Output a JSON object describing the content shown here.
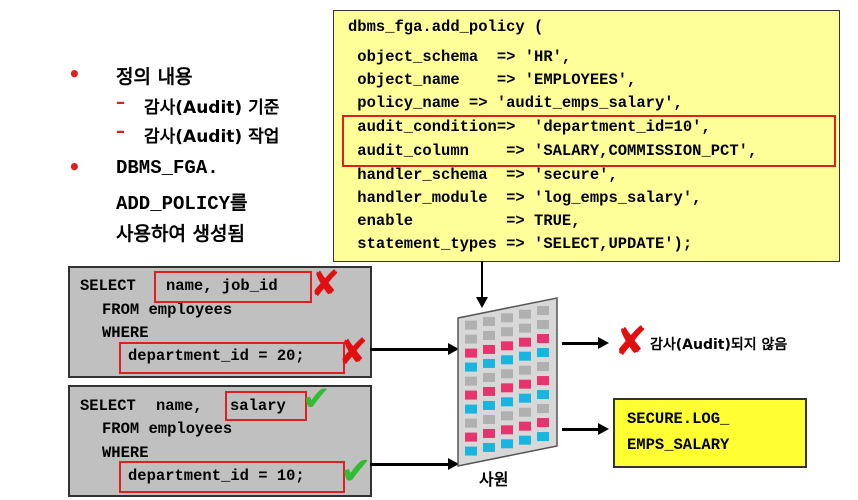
{
  "policy": {
    "lines": [
      "dbms_fga.add_policy (",
      " object_schema  => 'HR',",
      " object_name    => 'EMPLOYEES',",
      " policy_name => 'audit_emps_salary',",
      " audit_condition=>  'department_id=10',",
      " audit_column    => 'SALARY,COMMISSION_PCT',",
      " handler_schema  => 'secure',",
      " handler_module  => 'log_emps_salary',",
      " enable          => TRUE,",
      " statement_types => 'SELECT,UPDATE');"
    ]
  },
  "bullets": {
    "b1": "정의 내용",
    "sub1": "감사(Audit) 기준",
    "sub2": "감사(Audit) 작업",
    "b2_line1": "DBMS_FGA.",
    "b2_line2_mono": "ADD_POLICY",
    "b2_line2_ko": "를",
    "b2_line3": "사용하여 생성됨"
  },
  "query1": {
    "select_kw": "SELECT",
    "select_cols": "name, job_id",
    "from_line": "FROM employees",
    "where_kw": "WHERE",
    "condition": "department_id = 20;"
  },
  "query2": {
    "select_kw": "SELECT",
    "select_cols_plain": "name,",
    "select_cols_boxed": "salary",
    "from_line": "FROM employees",
    "where_kw": "WHERE",
    "condition": "department_id = 10;"
  },
  "marks": {
    "cross": "✘",
    "check": "✔"
  },
  "labels": {
    "no_audit": "감사(Audit)되지 않음",
    "table": "사원"
  },
  "result": {
    "line1": "SECURE.LOG_",
    "line2": "EMPS_SALARY"
  },
  "colors": {
    "policy_bg": "#ffff99",
    "result_bg": "#ffff33",
    "highlight_border": "#e02020",
    "query_bg": "#c0c0c0",
    "cross": "#e01010",
    "check": "#33bb33",
    "table_cell_pink": "#e8336e",
    "table_cell_blue": "#19b5e0",
    "table_cell_grey": "#b0b0b0"
  }
}
